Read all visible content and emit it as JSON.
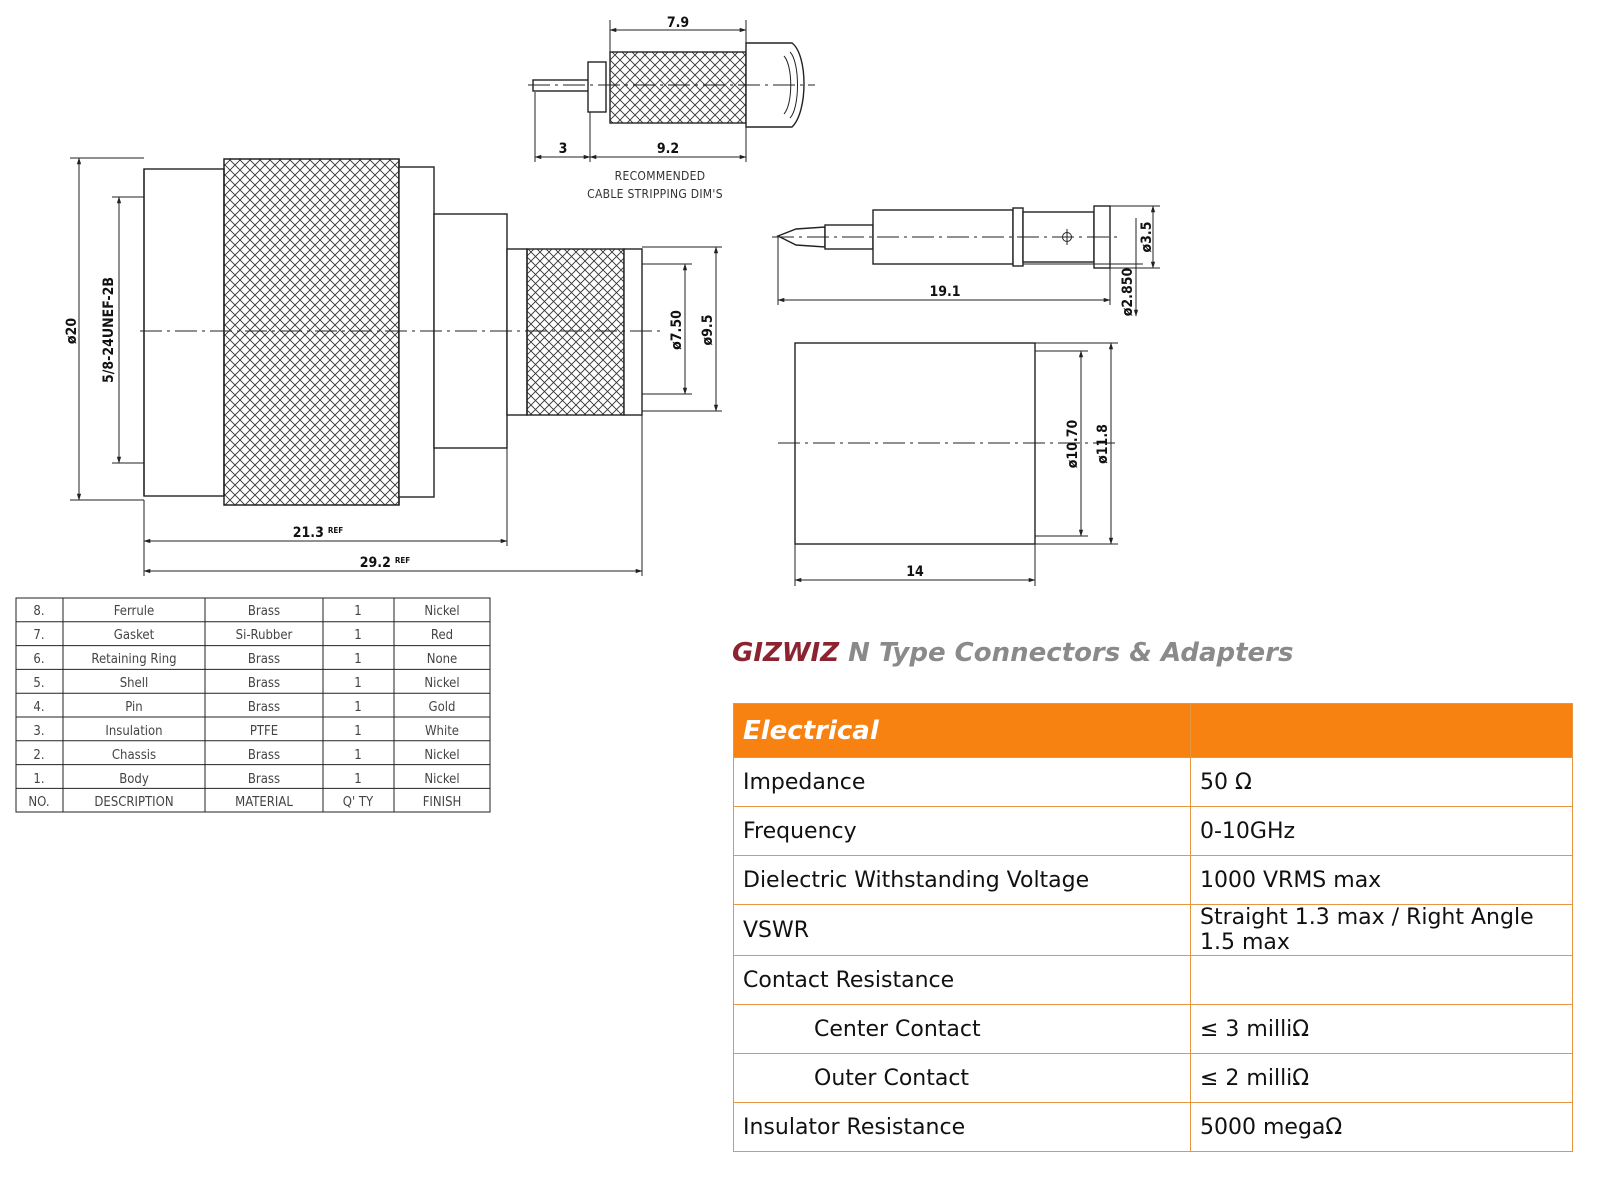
{
  "strip_detail": {
    "dim_top": "7.9",
    "dim_left": "3",
    "dim_right": "9.2",
    "caption_line1": "RECOMMENDED",
    "caption_line2": "CABLE STRIPPING DIM'S"
  },
  "connector_view": {
    "dia_body": "ø20",
    "thread": "5/8-24UNEF-2B",
    "dia_ferrule_inner": "ø7.50",
    "dia_ferrule_outer": "ø9.5",
    "length_short": "21.3",
    "length_long": "29.2",
    "ref_mark": "REF"
  },
  "pin_view": {
    "length": "19.1",
    "dia_max": "ø3.5",
    "dia_min": "ø2.850"
  },
  "ferrule_view": {
    "length": "14",
    "dia_inner": "ø10.70",
    "dia_outer": "ø11.8"
  },
  "parts_table": {
    "header": [
      "NO.",
      "DESCRIPTION",
      "MATERIAL",
      "Q' TY",
      "FINISH"
    ],
    "rows": [
      [
        "8.",
        "Ferrule",
        "Brass",
        "1",
        "Nickel"
      ],
      [
        "7.",
        "Gasket",
        "Si-Rubber",
        "1",
        "Red"
      ],
      [
        "6.",
        "Retaining Ring",
        "Brass",
        "1",
        "None"
      ],
      [
        "5.",
        "Shell",
        "Brass",
        "1",
        "Nickel"
      ],
      [
        "4.",
        "Pin",
        "Brass",
        "1",
        "Gold"
      ],
      [
        "3.",
        "Insulation",
        "PTFE",
        "1",
        "White"
      ],
      [
        "2.",
        "Chassis",
        "Brass",
        "1",
        "Nickel"
      ],
      [
        "1.",
        "Body",
        "Brass",
        "1",
        "Nickel"
      ]
    ]
  },
  "brand": {
    "name": "GIZWIZ",
    "tagline": "N Type Connectors & Adapters",
    "accent_color": "#8b2330"
  },
  "spec_table": {
    "header": "Electrical",
    "header_color": "#f88211",
    "rows": [
      {
        "label": "Impedance",
        "value": "50 Ω"
      },
      {
        "label": "Frequency",
        "value": "0-10GHz"
      },
      {
        "label": "Dielectric Withstanding Voltage",
        "value": "1000 VRMS max"
      },
      {
        "label": "VSWR",
        "value": "Straight 1.3 max / Right Angle 1.5 max"
      },
      {
        "label": "Contact Resistance",
        "value": ""
      },
      {
        "label": "Center Contact",
        "value": "≤ 3 milliΩ"
      },
      {
        "label": "Outer Contact",
        "value": "≤ 2 milliΩ"
      },
      {
        "label": "Insulator Resistance",
        "value": "5000 megaΩ"
      }
    ]
  }
}
